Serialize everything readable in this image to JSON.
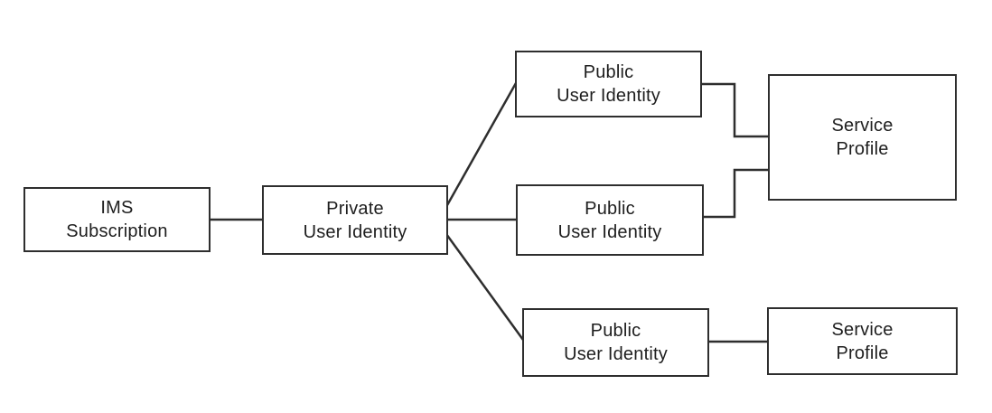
{
  "diagram": {
    "type": "entity-relationship-tree",
    "background_color": "#ffffff",
    "box_fill_color": "#ffffff",
    "box_border_color": "#2e2e2e",
    "connector_color": "#2e2e2e",
    "text_color": "#1e1e1e",
    "nodes": {
      "ims_subscription": {
        "label": "IMS\nSubscription"
      },
      "private_user_identity": {
        "label": "Private\nUser Identity"
      },
      "public_user_identity_1": {
        "label": "Public\nUser Identity"
      },
      "public_user_identity_2": {
        "label": "Public\nUser Identity"
      },
      "public_user_identity_3": {
        "label": "Public\nUser Identity"
      },
      "service_profile_1": {
        "label": "Service\nProfile"
      },
      "service_profile_2": {
        "label": "Service\nProfile"
      }
    },
    "edges": [
      {
        "from": "ims_subscription",
        "to": "private_user_identity",
        "style": "straight"
      },
      {
        "from": "private_user_identity",
        "to": "public_user_identity_1",
        "style": "diagonal"
      },
      {
        "from": "private_user_identity",
        "to": "public_user_identity_2",
        "style": "straight"
      },
      {
        "from": "private_user_identity",
        "to": "public_user_identity_3",
        "style": "diagonal"
      },
      {
        "from": "public_user_identity_1",
        "to": "service_profile_1",
        "style": "elbow"
      },
      {
        "from": "public_user_identity_2",
        "to": "service_profile_1",
        "style": "elbow"
      },
      {
        "from": "public_user_identity_3",
        "to": "service_profile_2",
        "style": "straight"
      }
    ]
  }
}
